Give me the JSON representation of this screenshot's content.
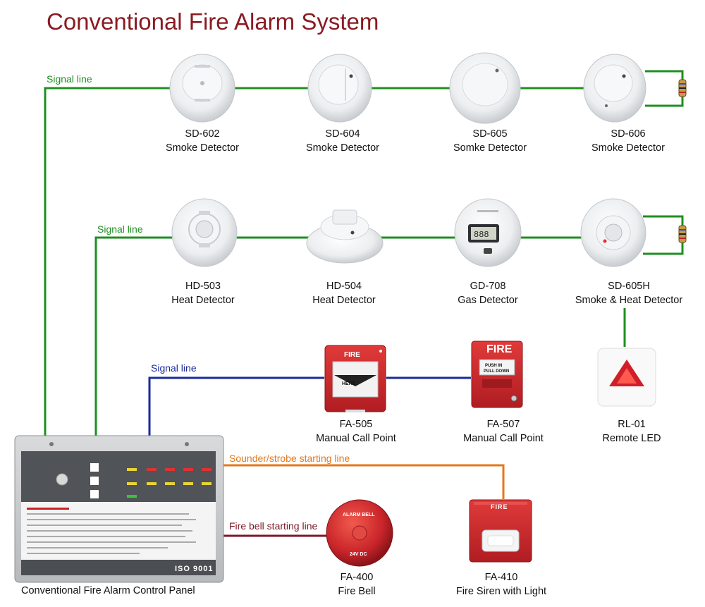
{
  "title": "Conventional Fire Alarm System",
  "colors": {
    "title": "#8b1a22",
    "signal_line_green": "#1e8f20",
    "signal_line_blue": "#1a2a9c",
    "sounder_line": "#e4781d",
    "fire_bell_line": "#7a1824",
    "device_red": "#c8242a"
  },
  "lines": {
    "signal_line_1": "Signal line",
    "signal_line_2": "Signal line",
    "signal_line_3": "Signal line",
    "sounder_line": "Sounder/strobe starting line",
    "fire_bell_line": "Fire bell starting line"
  },
  "devices": [
    {
      "model": "SD-602",
      "name": "Smoke Detector"
    },
    {
      "model": "SD-604",
      "name": "Smoke Detector"
    },
    {
      "model": "SD-605",
      "name": "Somke Detector"
    },
    {
      "model": "SD-606",
      "name": "Smoke Detector"
    },
    {
      "model": "HD-503",
      "name": "Heat Detector"
    },
    {
      "model": "HD-504",
      "name": "Heat Detector"
    },
    {
      "model": "GD-708",
      "name": "Gas Detector"
    },
    {
      "model": "SD-605H",
      "name": "Smoke & Heat Detector"
    },
    {
      "model": "FA-505",
      "name": "Manual Call Point"
    },
    {
      "model": "FA-507",
      "name": "Manual Call Point"
    },
    {
      "model": "RL-01",
      "name": "Remote LED"
    },
    {
      "model": "FA-400",
      "name": "Fire Bell"
    },
    {
      "model": "FA-410",
      "name": "Fire Siren with Light"
    }
  ],
  "device_text": {
    "mcp_fire": "FIRE",
    "fa507_fire": "FIRE",
    "siren_fire": "FIRE"
  },
  "panel": {
    "caption": "Conventional Fire Alarm Control Panel",
    "iso": "ISO 9001"
  }
}
